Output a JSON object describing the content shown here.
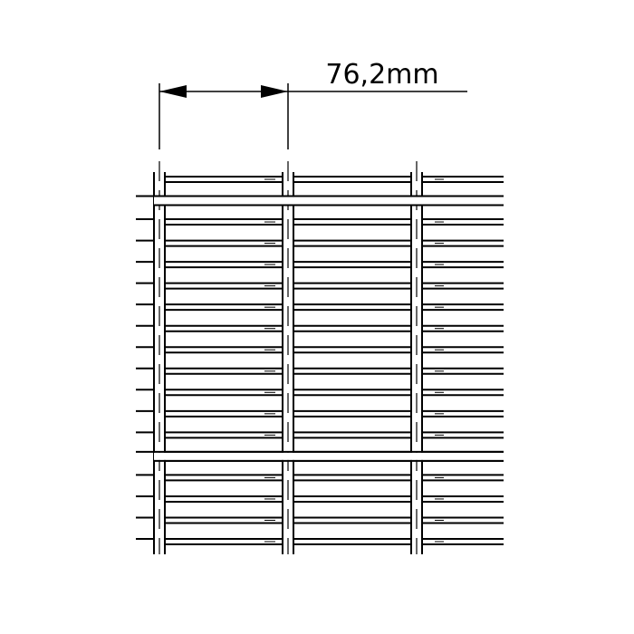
{
  "dimension": {
    "label": "76,2mm"
  },
  "colors": {
    "line": "#000000",
    "background": "#ffffff"
  },
  "mesh": {
    "horizontal_wire_count": 18,
    "vertical_wire_count": 3,
    "double_horizontal_wires": 2
  }
}
